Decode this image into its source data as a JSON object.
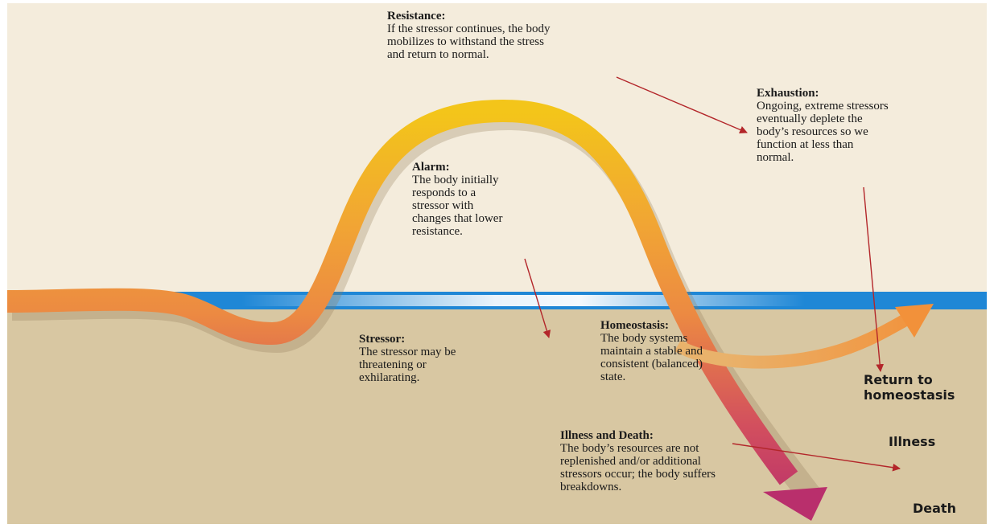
{
  "colors": {
    "upper_background": "#f4ecdc",
    "lower_background": "#d8c7a2",
    "baseline_band": "#1f87d6",
    "baseline_highlight": "#ffffff",
    "arrow_yellow": "#f3c51a",
    "arrow_orange": "#ef9a3a",
    "arrow_magenta": "#c8366a",
    "pointer_line": "#b3262a"
  },
  "stages": {
    "resistance": {
      "title": "Resistance:",
      "text": "If the stressor continues, the body\nmobilizes to withstand the stress\nand return to normal."
    },
    "exhaustion": {
      "title": "Exhaustion:",
      "text": "Ongoing, extreme stressors\neventually deplete the\nbody’s resources so we\nfunction at less than\nnormal."
    },
    "alarm": {
      "title": "Alarm:",
      "text": "The body initially\nresponds to a\nstressor with\nchanges that lower\nresistance."
    },
    "stressor": {
      "title": "Stressor:",
      "text": "The stressor may be\nthreatening or\nexhilarating."
    },
    "homeostasis": {
      "title": "Homeostasis:",
      "text": "The body systems\nmaintain a stable and\nconsistent (balanced)\nstate."
    },
    "illness_death": {
      "title": "Illness and Death:",
      "text": "The body’s resources are not\nreplenished and/or additional\nstressors occur; the body suffers\nbreakdowns."
    }
  },
  "outcomes": {
    "return": "Return to\nhomeostasis",
    "illness": "Illness",
    "death": "Death"
  }
}
